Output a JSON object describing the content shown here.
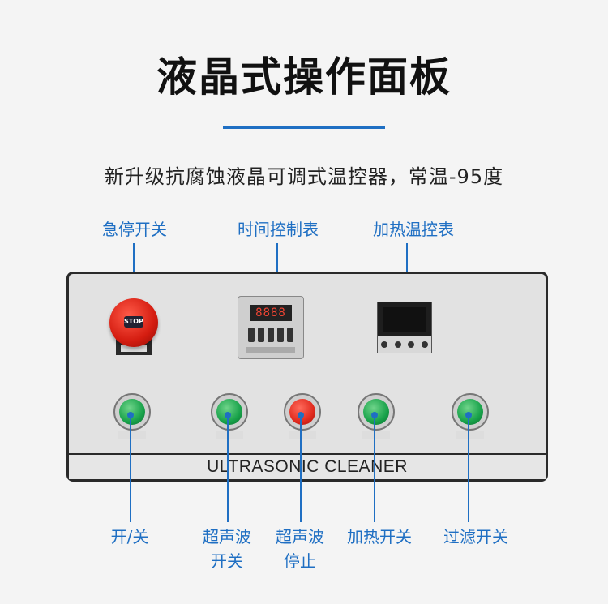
{
  "title": "液晶式操作面板",
  "subtitle": "新升级抗腐蚀液晶可调式温控器，常温-95度",
  "panel": {
    "label": "ULTRASONIC CLEANER",
    "timer_display": "8888",
    "estop_cap": "STOP"
  },
  "top_labels": {
    "estop": "急停开关",
    "timer": "时间控制表",
    "heat_temp": "加热温控表"
  },
  "bottom_labels": {
    "power": "开/关",
    "ultrasonic_switch_1": "超声波",
    "ultrasonic_switch_2": "开关",
    "ultrasonic_stop_1": "超声波",
    "ultrasonic_stop_2": "停止",
    "heat_switch": "加热开关",
    "filter_switch": "过滤开关"
  },
  "colors": {
    "accent": "#1f6fc3",
    "green_button": "#18a24a",
    "red_button": "#e02a1e"
  }
}
